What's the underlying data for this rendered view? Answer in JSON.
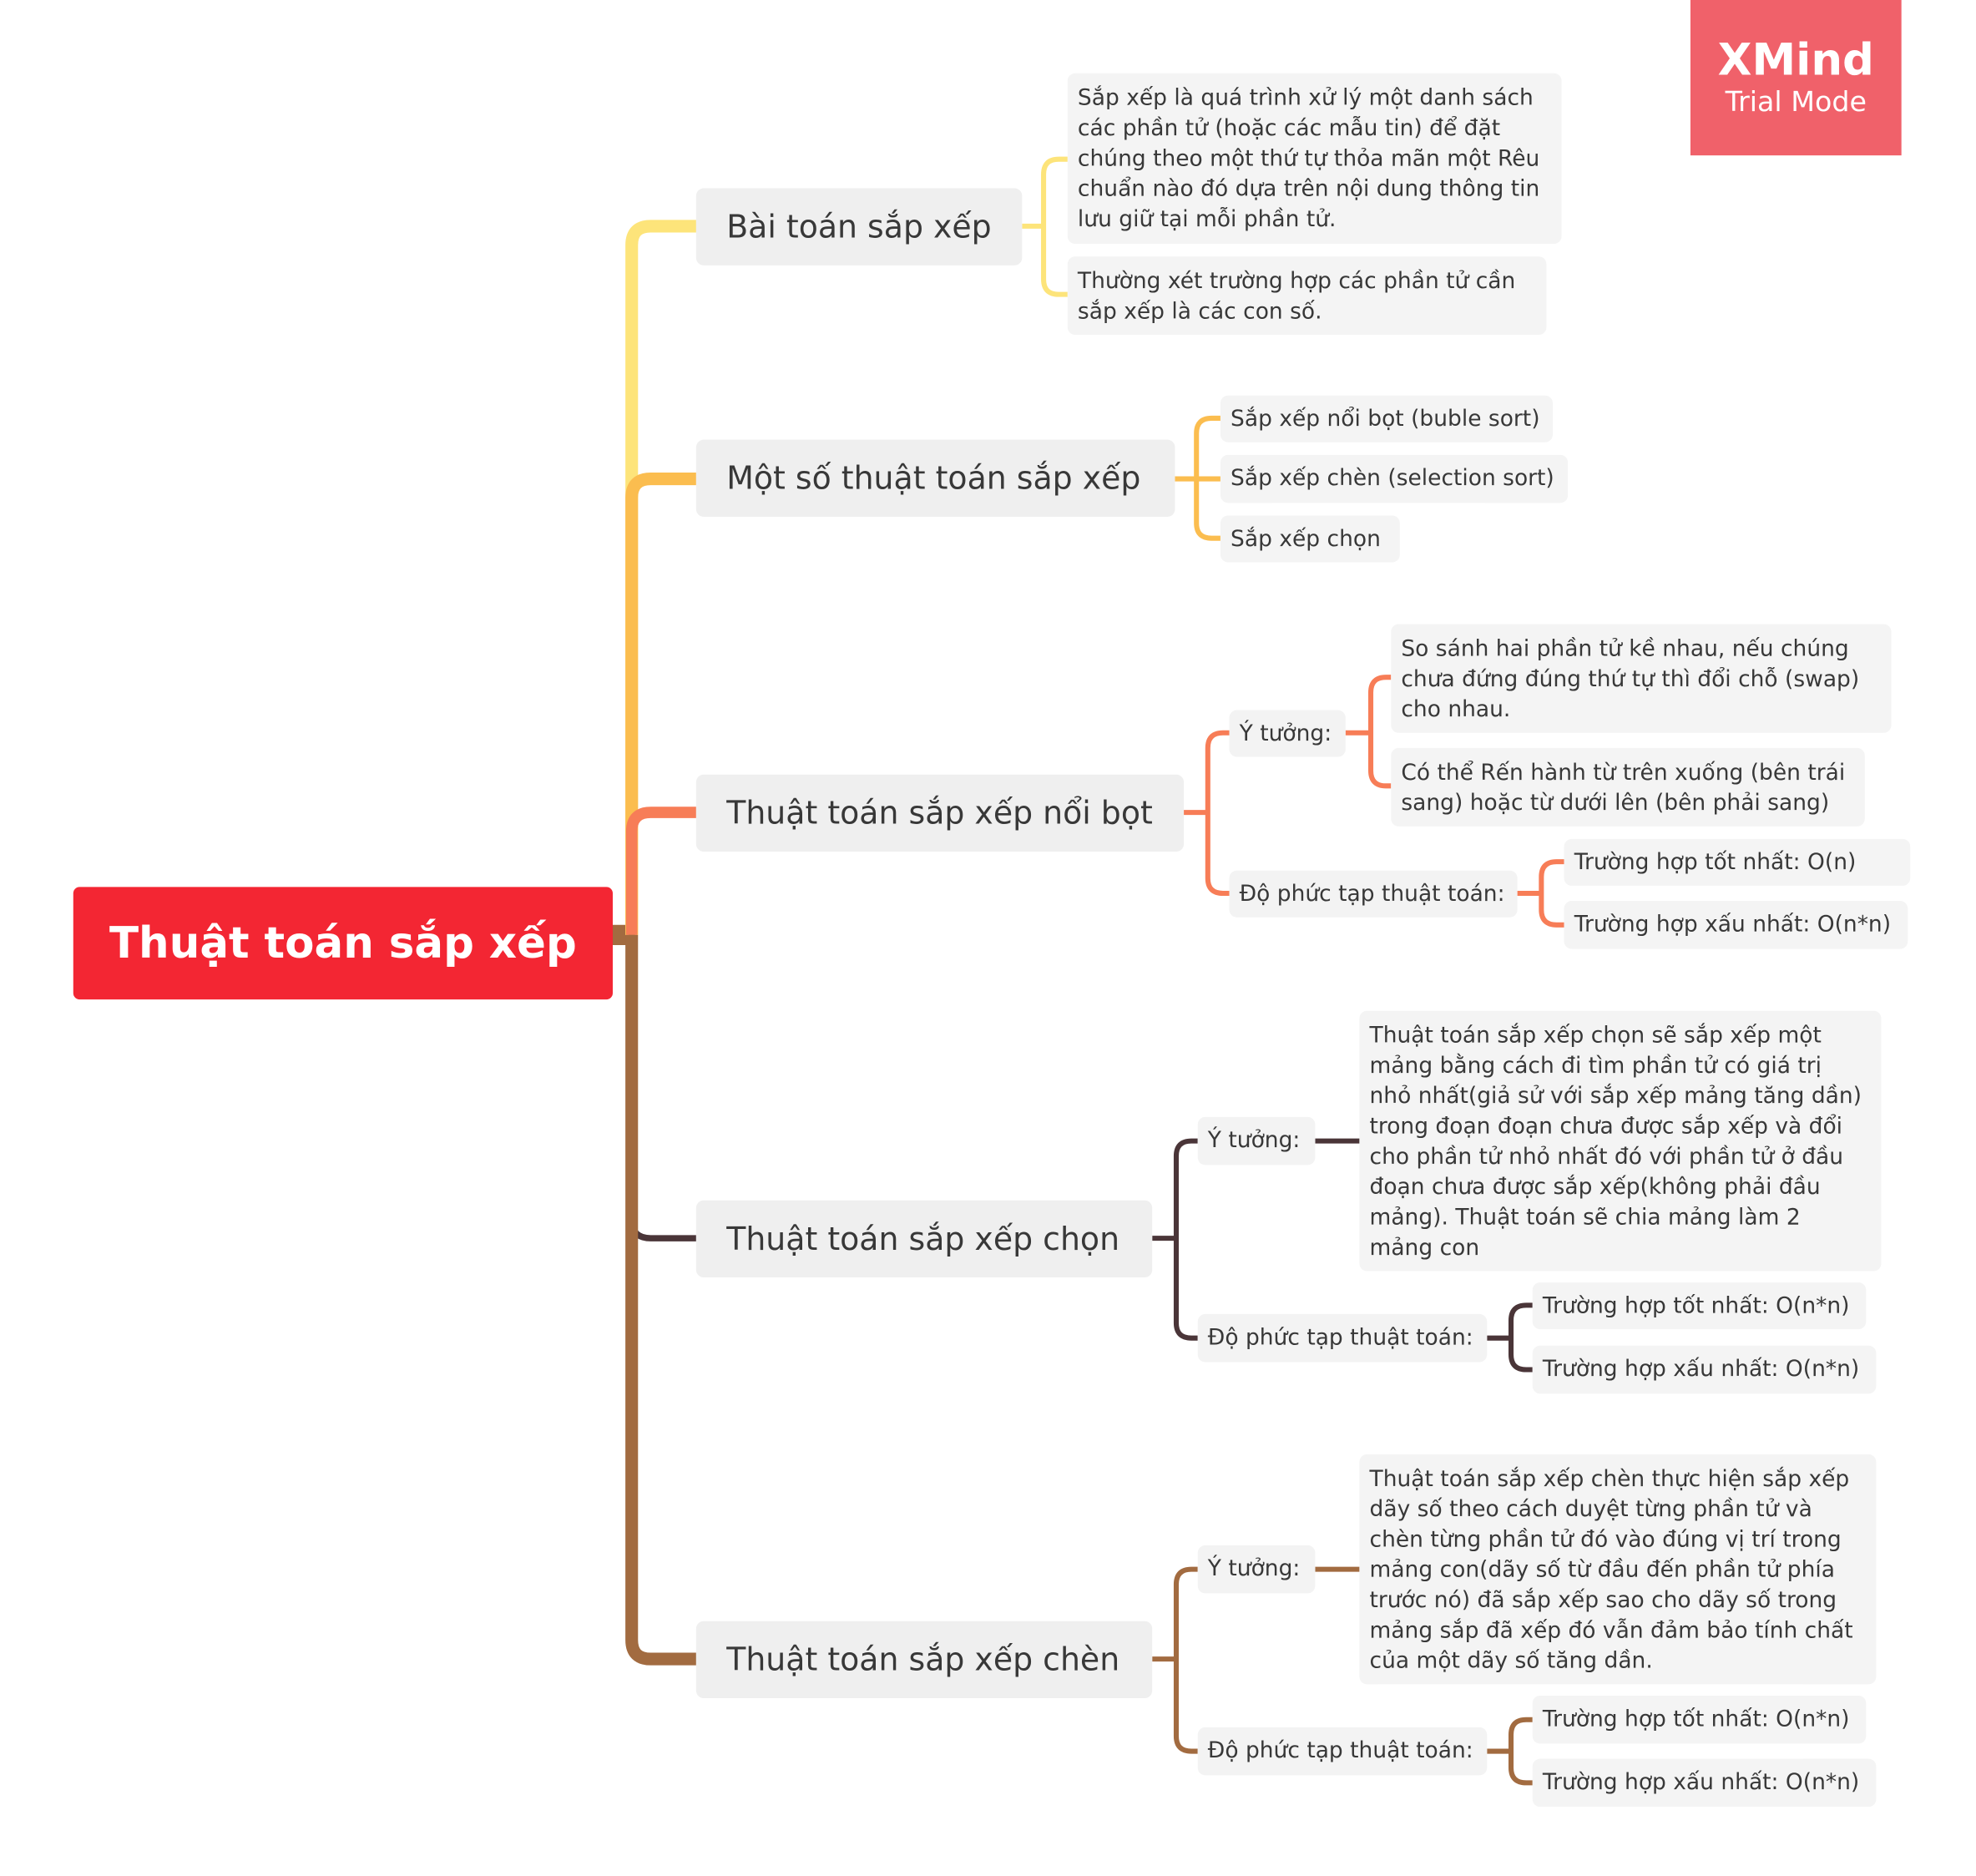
{
  "watermark": {
    "brand": "XMind",
    "mode": "Trial Mode"
  },
  "colors": {
    "root": "#f32633",
    "branch_1": "#fde47a",
    "branch_2": "#fbbd4f",
    "branch_3": "#f77d57",
    "branch_4": "#4a3538",
    "branch_5": "#a26b40"
  },
  "root": {
    "label": "Thuật toán sắp xếp"
  },
  "branches": [
    {
      "label": "Bài toán sắp xếp",
      "children": [
        {
          "text": "Sắp xếp là quá trình xử lý một danh sách\ncác phần tử (hoặc các mẫu tin) để đặt\nchúng theo một thứ tự thỏa mãn một Rêu\nchuẩn nào đó dựa trên nội dung thông tin\nlưu giữ tại mỗi phần tử."
        },
        {
          "text": "Thường xét trường hợp các phần tử cần\nsắp xếp là các con số."
        }
      ]
    },
    {
      "label": "Một số thuật toán sắp xếp",
      "children": [
        {
          "text": "Sắp xếp nổi bọt (buble sort)"
        },
        {
          "text": "Sắp xếp chèn (selection sort)"
        },
        {
          "text": "Sắp xếp chọn"
        }
      ]
    },
    {
      "label": "Thuật toán sắp xếp nổi bọt",
      "idea_label": "Ý tưởng:",
      "ideas": [
        "So sánh hai phần tử kề nhau, nếu chúng\nchưa đứng đúng thứ tự thì đổi chỗ (swap)\ncho nhau.",
        "Có thể Rến hành từ trên xuống (bên trái\nsang) hoặc từ dưới lên (bên phải sang)"
      ],
      "complexity_label": "Độ phức tạp thuật toán:",
      "best": "Trường hợp tốt nhất: O(n)",
      "worst": "Trường hợp xấu nhất: O(n*n)"
    },
    {
      "label": "Thuật toán sắp xếp chọn",
      "idea_label": "Ý tưởng:",
      "ideas": [
        "Thuật toán sắp xếp chọn sẽ sắp xếp một\nmảng bằng cách đi tìm phần tử có giá trị\nnhỏ nhất(giả sử với sắp xếp mảng tăng dần)\ntrong đoạn đoạn chưa được sắp xếp và đổi\ncho phần tử nhỏ nhất đó với phần tử ở đầu\nđoạn chưa được sắp xếp(không phải đầu\nmảng). Thuật toán sẽ chia mảng làm 2\nmảng con"
      ],
      "complexity_label": "Độ phức tạp thuật toán:",
      "best": "Trường hợp tốt nhất: O(n*n)",
      "worst": "Trường hợp xấu nhất: O(n*n)"
    },
    {
      "label": "Thuật toán sắp xếp chèn",
      "idea_label": "Ý tưởng:",
      "ideas": [
        "Thuật toán sắp xếp chèn thực hiện sắp xếp\ndãy số theo cách duyệt từng phần tử và\nchèn từng phần tử đó vào đúng vị trí trong\nmảng con(dãy số từ đầu đến phần tử phía\ntrước nó) đã sắp xếp sao cho dãy số trong\nmảng sắp đã xếp đó vẫn đảm bảo tính chất\ncủa một dãy số tăng dần."
      ],
      "complexity_label": "Độ phức tạp thuật toán:",
      "best": "Trường hợp tốt nhất: O(n*n)",
      "worst": "Trường hợp xấu nhất: O(n*n)"
    }
  ]
}
